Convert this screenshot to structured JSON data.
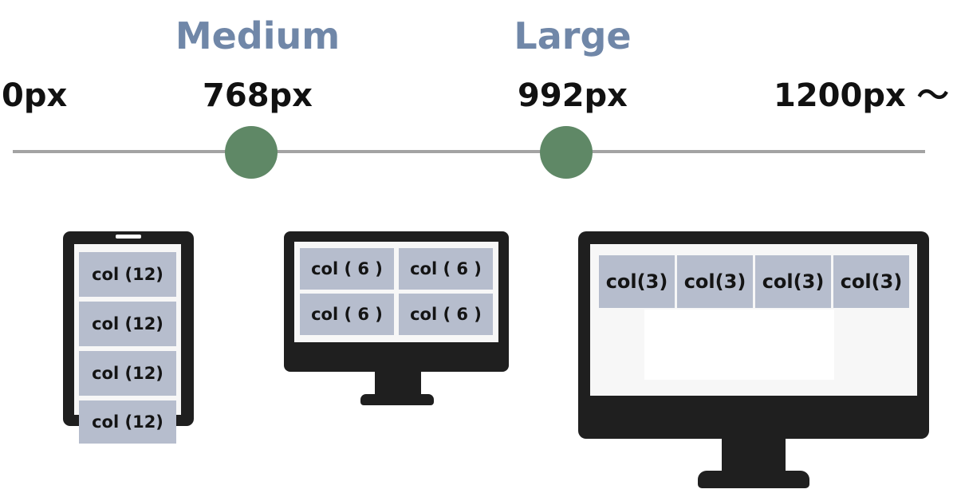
{
  "breakpoints": {
    "titles": {
      "medium": "Medium",
      "large": "Large"
    },
    "labels": {
      "start": "0px",
      "medium": "768px",
      "large": "992px",
      "xl": "1200px ～"
    }
  },
  "devices": {
    "phone": {
      "cells": [
        "col (12)",
        "col (12)",
        "col (12)",
        "col (12)"
      ]
    },
    "tablet": {
      "cells": [
        "col ( 6 )",
        "col ( 6 )",
        "col ( 6 )",
        "col ( 6 )"
      ]
    },
    "desktop": {
      "cells": [
        "col(3)",
        "col(3)",
        "col(3)",
        "col(3)"
      ]
    }
  },
  "colors": {
    "title": "#7087a8",
    "marker": "#5f8866",
    "line": "#a3a3a3",
    "device": "#1f1f1f",
    "cell": "#b6bdcd"
  }
}
